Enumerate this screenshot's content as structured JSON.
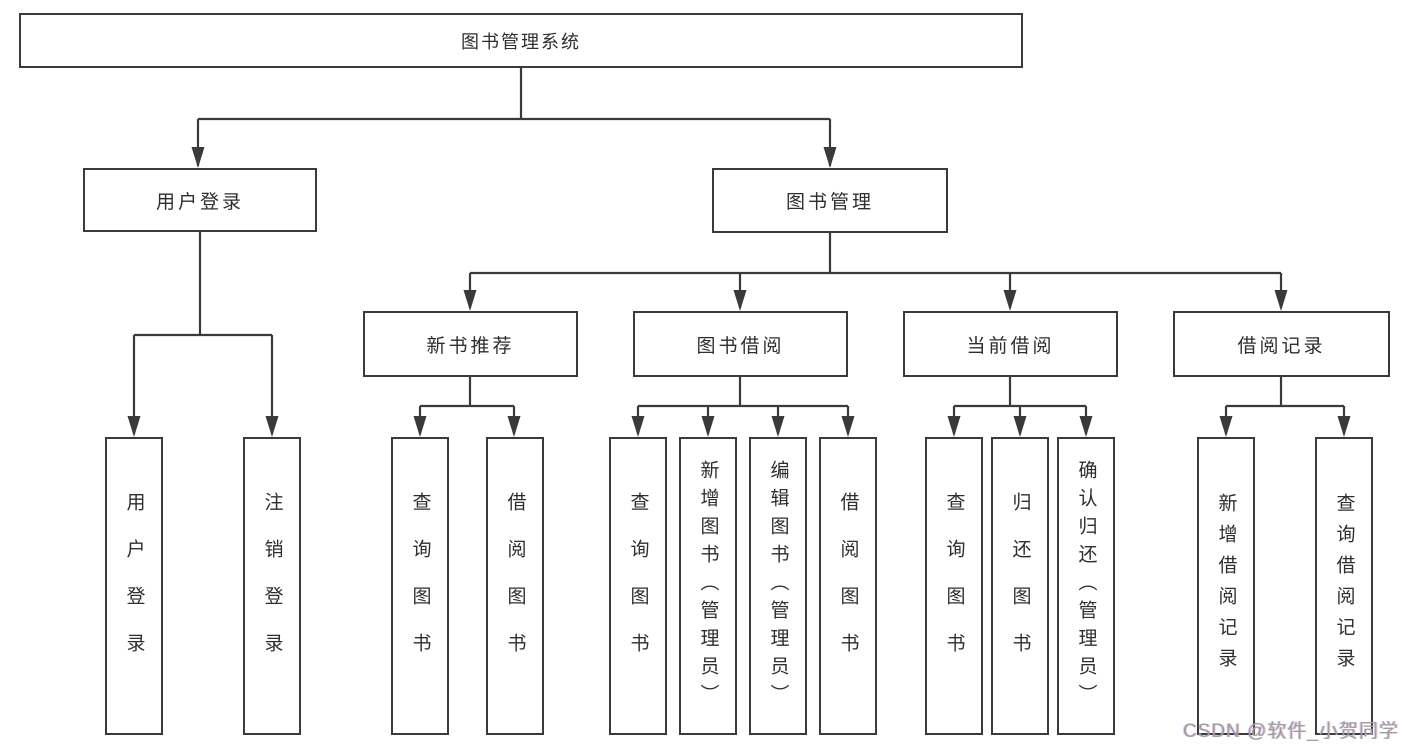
{
  "diagram": {
    "title_node": "图书管理系统",
    "nodes": {
      "root": "图书管理系统",
      "l2_user_login": "用户登录",
      "l2_book_mgmt": "图书管理",
      "l3_new_book": "新书推荐",
      "l3_book_borrow": "图书借阅",
      "l3_current_borrow": "当前借阅",
      "l3_borrow_records": "借阅记录",
      "leaf_user_login": "用户登录",
      "leaf_logout": "注销登录",
      "leaf_nb_query": "查询图书",
      "leaf_nb_borrow": "借阅图书",
      "leaf_bb_query": "查询图书",
      "leaf_bb_add": "新增图书（管理员）",
      "leaf_bb_edit": "编辑图书（管理员）",
      "leaf_bb_borrow": "借阅图书",
      "leaf_cb_query": "查询图书",
      "leaf_cb_return": "归还图书",
      "leaf_cb_confirm": "确认归还（管理员）",
      "leaf_br_add": "新增借阅记录",
      "leaf_br_query": "查询借阅记录"
    },
    "hierarchy": {
      "root": "图书管理系统",
      "children": [
        {
          "label": "用户登录",
          "children": [
            "用户登录",
            "注销登录"
          ]
        },
        {
          "label": "图书管理",
          "children": [
            {
              "label": "新书推荐",
              "children": [
                "查询图书",
                "借阅图书"
              ]
            },
            {
              "label": "图书借阅",
              "children": [
                "查询图书",
                "新增图书（管理员）",
                "编辑图书（管理员）",
                "借阅图书"
              ]
            },
            {
              "label": "当前借阅",
              "children": [
                "查询图书",
                "归还图书",
                "确认归还（管理员）"
              ]
            },
            {
              "label": "借阅记录",
              "children": [
                "新增借阅记录",
                "查询借阅记录"
              ]
            }
          ]
        }
      ]
    },
    "watermark": "CSDN @软件_小贺同学",
    "colors": {
      "background": "#ffffff",
      "line": "#3a3a3a",
      "box_border": "#3a3a3a",
      "text": "#2e2e2e",
      "watermark": "#9e9e9e"
    }
  }
}
